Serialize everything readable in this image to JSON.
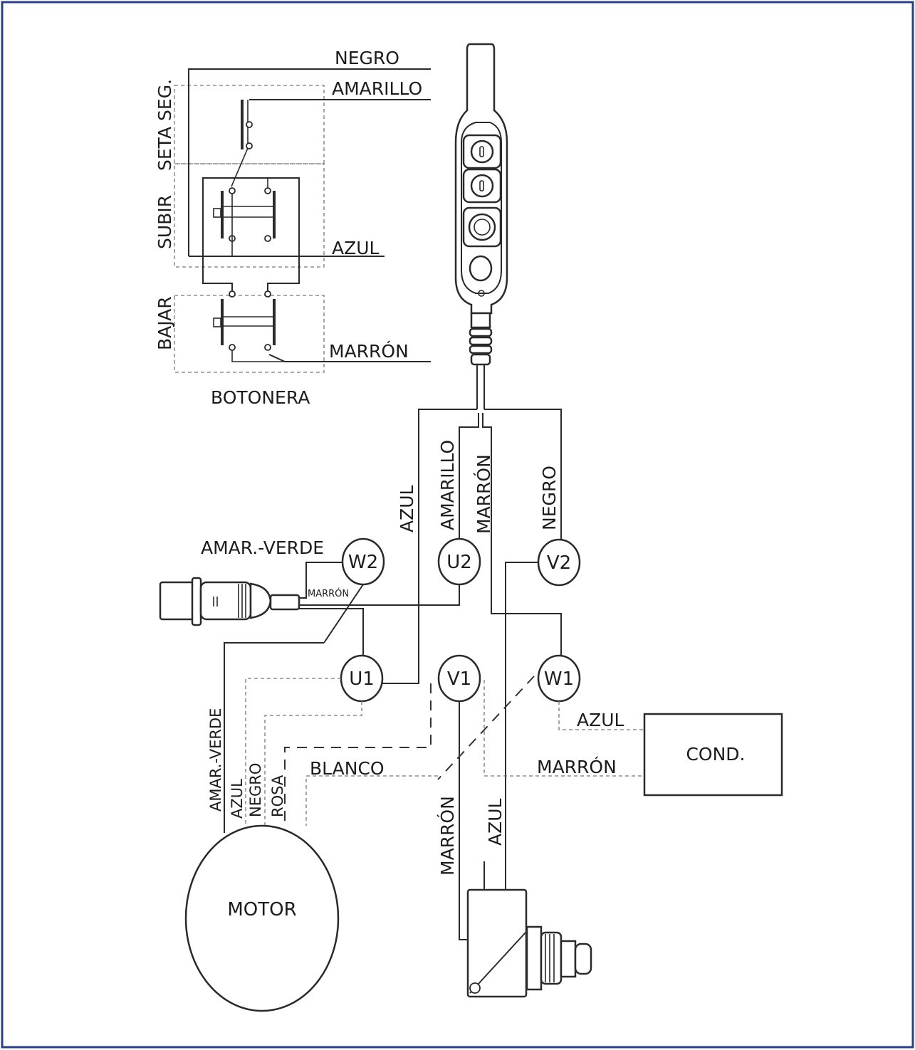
{
  "botonera": {
    "title": "BOTONERA",
    "section_labels": [
      "SETA SEG.",
      "SUBIR",
      "BAJAR"
    ],
    "wire_labels": [
      "NEGRO",
      "AMARILLO",
      "AZUL",
      "MARRÓN"
    ]
  },
  "cable_labels": [
    "AZUL",
    "AMARILLO",
    "MARRÓN",
    "NEGRO"
  ],
  "terminals": [
    "W2",
    "U2",
    "V2",
    "U1",
    "V1",
    "W1"
  ],
  "capacitor_wire_labels": {
    "amar_verde": "AMAR.-VERDE",
    "marron": "MARRÓN"
  },
  "motor": {
    "label": "MOTOR",
    "lead_labels": [
      "AMAR.-VERDE",
      "AZUL",
      "NEGRO",
      "ROSA"
    ]
  },
  "blanco_label": "BLANCO",
  "cond": {
    "label": "COND.",
    "wire_labels": [
      "AZUL",
      "MARRÓN"
    ]
  },
  "limit_switch_wire_labels": [
    "MARRÓN",
    "AZUL"
  ],
  "colors": {
    "border": "#2b3f8a",
    "line": "#2a2a2a"
  }
}
